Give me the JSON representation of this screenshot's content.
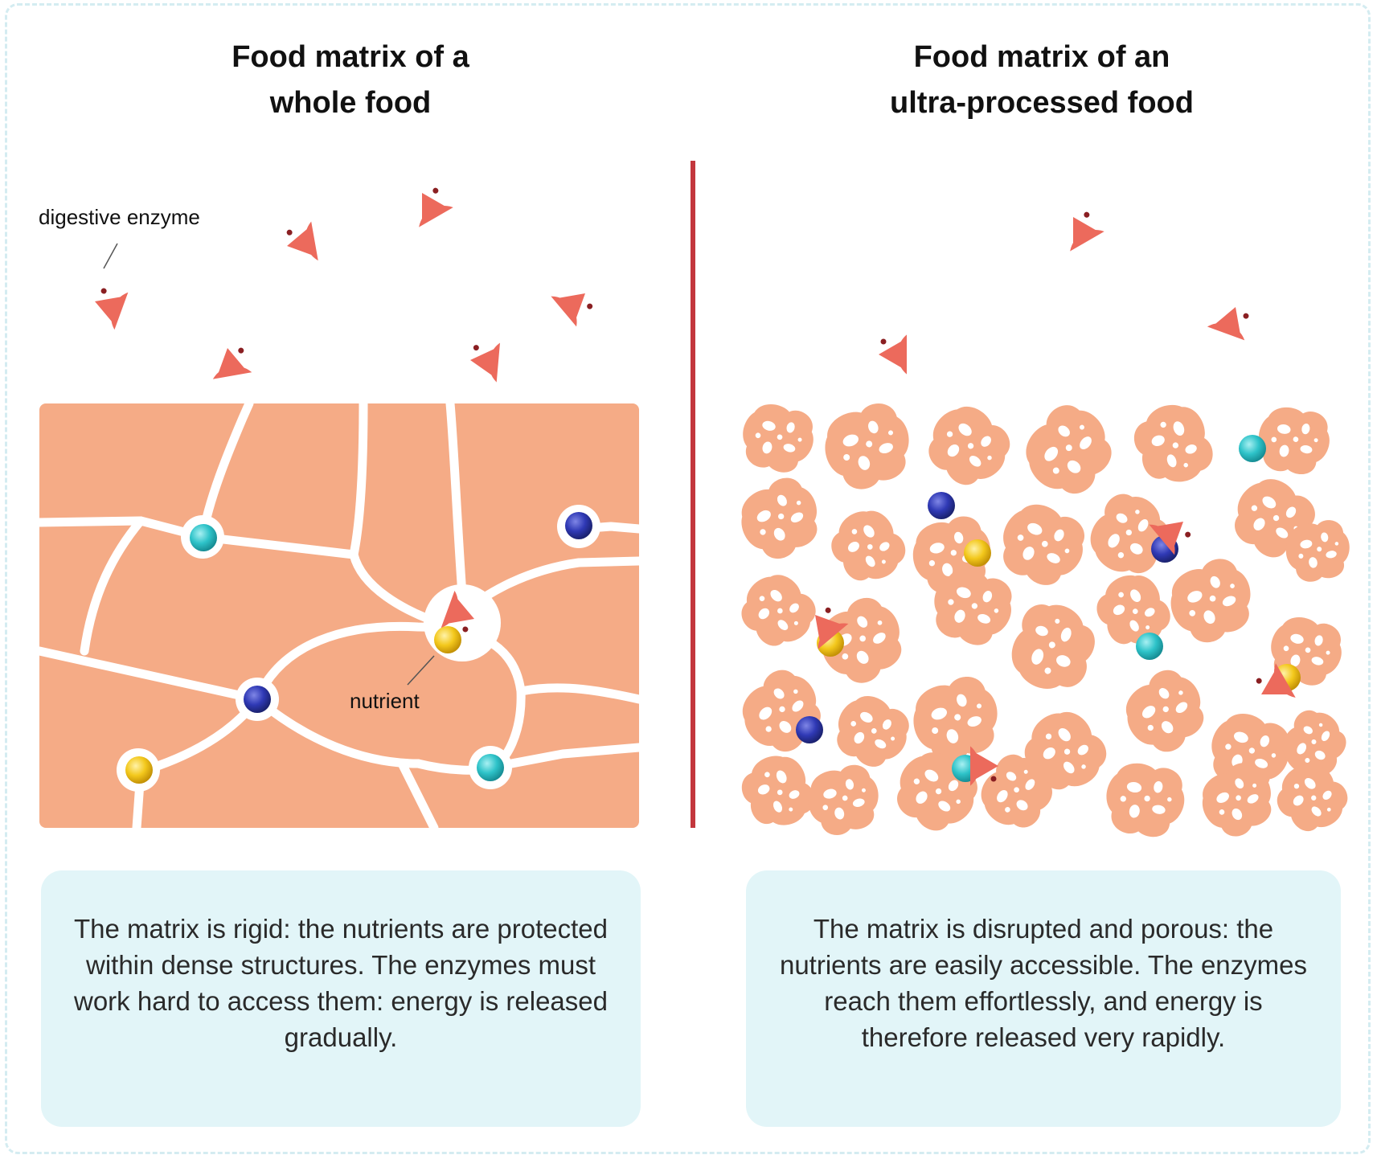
{
  "left_panel": {
    "title": "Food matrix of a\nwhole food",
    "description": "The matrix is rigid: the nutrients are protected within dense structures. The enzymes must work hard to access them: energy is released gradually."
  },
  "right_panel": {
    "title": "Food matrix of an\nultra-processed food",
    "description": "The matrix is disrupted and porous: the nutrients are easily accessible. The enzymes reach them effortlessly, and energy is therefore released very rapidly."
  },
  "labels": {
    "enzyme": "digestive enzyme",
    "nutrient": "nutrient"
  },
  "colors": {
    "matrix": "#f5ab86",
    "matrix_light": "#f7b79a",
    "enzyme": "#ec6a5c",
    "divider": "#c3373d",
    "nutrient_teal": "#2ec3c9",
    "nutrient_blue": "#2f39b5",
    "nutrient_yellow": "#f0c21a",
    "description_bg": "#e2f5f8"
  }
}
